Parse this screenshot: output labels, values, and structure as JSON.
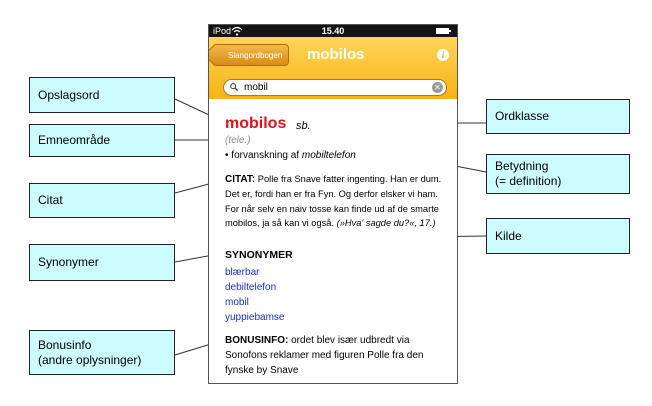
{
  "callouts": {
    "opslagsord": "Opslagsord",
    "emneomraade": "Emneområde",
    "citat": "Citat",
    "synonymer": "Synonymer",
    "bonusinfo_line1": "Bonusinfo",
    "bonusinfo_line2": "(andre oplysninger)",
    "ordklasse": "Ordklasse",
    "betydning_line1": "Betydning",
    "betydning_line2": "(= definition)",
    "kilde": "Kilde"
  },
  "phone": {
    "status": {
      "carrier": "iPod",
      "time": "15.40"
    },
    "nav": {
      "back_label": "Slangordbogen",
      "title": "mobilos"
    },
    "search": {
      "value": "mobil"
    },
    "entry": {
      "headword": "mobilos",
      "word_class": "sb.",
      "subject": "(tele.)",
      "meaning_bullet": "•",
      "meaning_text": "forvanskning af",
      "meaning_term": "mobiltelefon",
      "quote_label": "CITAT:",
      "quote_text": "Polle fra Snave fatter ingenting. Han er dum. Det er, fordi han er fra Fyn. Og derfor elsker vi ham. For når selv en naiv tosse kan finde ud af de smarte mobilos, ja så kan vi også.",
      "quote_source": "(»Hva' sagde du?«, 17.)",
      "synonyms_heading": "SYNONYMER",
      "synonyms": [
        "blærbar",
        "debiltelefon",
        "mobil",
        "yuppiebamse"
      ],
      "bonus_label": "BONUSINFO:",
      "bonus_text": "ordet blev især udbredt via Sonofons reklamer med figuren Polle fra den fynske by Snave"
    }
  }
}
